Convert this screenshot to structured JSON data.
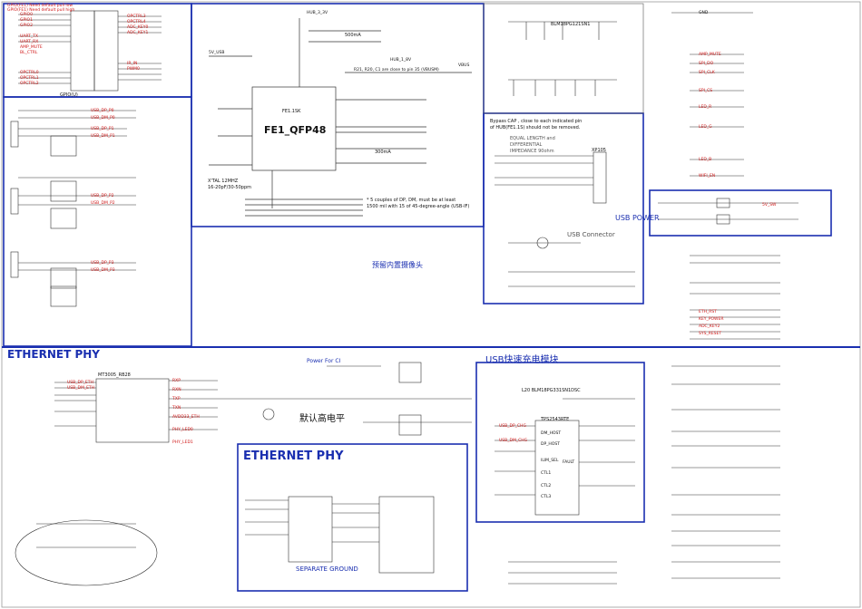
{
  "titles": {
    "eth_left": "ETHERNET PHY",
    "eth_box": "ETHERNET PHY",
    "usb_charge": "USB快速充电模块",
    "usb_power": "USB POWER",
    "camera": "预留内置摄像头",
    "default_high": "默认高电平",
    "power_ci": "Power For CI",
    "separate_ground": "SEPARATE GROUND"
  },
  "hub": {
    "chip_label": "FE1_QFP48",
    "part": "FE1.1SK"
  },
  "notes": {
    "bypass_1": "Bypass CAP , close to each indicated pin",
    "bypass_2": "of HUB(FE1.1S) should not be removed.",
    "equal_length": "EQUAL LENGTH and",
    "differential": "DIFFERENTIAL",
    "impedance": "IMPEDANCE 90ohm",
    "dp_dm_1": "* 5 couples of DP, DM, must be at least",
    "dp_dm_2": "1500 mil with 15 of 45-degree-angle (USB-IF)",
    "crystal": "X'TAL 12MHZ",
    "crystal_spec": "16-20pF/30-50ppm",
    "r21": "R21, R20, C1 are close to pin 35 (VBUSM)",
    "current_500": "500mA",
    "current_300": "300mA",
    "gpio_1": "GPIO(FE1) Need default pull low",
    "gpio_2": "GPIO(FE1) Need default pull high"
  },
  "parts": {
    "hub_inductor": "BLM18PG121SN1",
    "charge_inductor": "L20 BLM18PG331SN1DSC",
    "conn_ref": "XP105",
    "connector": "USB Connector",
    "eth_ic": "MT3005_RB28",
    "charge_ic": "TPS2543RTE",
    "gpio_ref": "GPIO(U)"
  },
  "nets": [
    {
      "t": "GPIO0",
      "c": "red"
    },
    {
      "t": "GPIO1",
      "c": "red"
    },
    {
      "t": "GPIO2",
      "c": "red"
    },
    {
      "t": "UART_TX",
      "c": "red"
    },
    {
      "t": "UART_RX",
      "c": "red"
    },
    {
      "t": "AMP_MUTE",
      "c": "red"
    },
    {
      "t": "BL_CTRL",
      "c": "red"
    },
    {
      "t": "OPCTRL0",
      "c": "red"
    },
    {
      "t": "OPCTRL1",
      "c": "red"
    },
    {
      "t": "OPCTRL2",
      "c": "red"
    },
    {
      "t": "OPCTRL3",
      "c": "red"
    },
    {
      "t": "OPCTRL4",
      "c": "red"
    },
    {
      "t": "ADC_KEY0",
      "c": "red"
    },
    {
      "t": "ADC_KEY1",
      "c": "red"
    },
    {
      "t": "IR_IN",
      "c": "red"
    },
    {
      "t": "PWM0",
      "c": "red"
    },
    {
      "t": "USB_DP_P0",
      "c": "red"
    },
    {
      "t": "USB_DM_P0",
      "c": "red"
    },
    {
      "t": "USB_DP_P1",
      "c": "red"
    },
    {
      "t": "USB_DM_P1",
      "c": "red"
    },
    {
      "t": "USB_DP_P2",
      "c": "red"
    },
    {
      "t": "USB_DM_P2",
      "c": "red"
    },
    {
      "t": "USB_DP_P3",
      "c": "red"
    },
    {
      "t": "USB_DM_P3",
      "c": "red"
    },
    {
      "t": "HUB_3_3V",
      "c": "blk"
    },
    {
      "t": "HUB_1_8V",
      "c": "blk"
    },
    {
      "t": "5V_USB",
      "c": "blk"
    },
    {
      "t": "VBUS",
      "c": "blk"
    },
    {
      "t": "USB_DP_ETH",
      "c": "red"
    },
    {
      "t": "USB_DM_ETH",
      "c": "red"
    },
    {
      "t": "RXP",
      "c": "red"
    },
    {
      "t": "RXN",
      "c": "red"
    },
    {
      "t": "TXP",
      "c": "red"
    },
    {
      "t": "TXN",
      "c": "red"
    },
    {
      "t": "AVDD33_ETH",
      "c": "red"
    },
    {
      "t": "PHY_LED0",
      "c": "red"
    },
    {
      "t": "PHY_LED1",
      "c": "red"
    },
    {
      "t": "USB_DP_CHG",
      "c": "red"
    },
    {
      "t": "USB_DM_CHG",
      "c": "red"
    },
    {
      "t": "DM_HOST",
      "c": "blk"
    },
    {
      "t": "DP_HOST",
      "c": "blk"
    },
    {
      "t": "ILIM_SEL",
      "c": "blk"
    },
    {
      "t": "FAULT",
      "c": "blk"
    },
    {
      "t": "CTL1",
      "c": "blk"
    },
    {
      "t": "CTL2",
      "c": "blk"
    },
    {
      "t": "CTL3",
      "c": "blk"
    },
    {
      "t": "GND",
      "c": "blk"
    },
    {
      "t": "5V_SW",
      "c": "red"
    },
    {
      "t": "AMP_MUTE",
      "c": "red"
    },
    {
      "t": "SPI_DO",
      "c": "red"
    },
    {
      "t": "SPI_CLK",
      "c": "red"
    },
    {
      "t": "SPI_CS",
      "c": "red"
    },
    {
      "t": "LED_R",
      "c": "red"
    },
    {
      "t": "LED_G",
      "c": "red"
    },
    {
      "t": "LED_B",
      "c": "red"
    },
    {
      "t": "WIFI_EN",
      "c": "red"
    },
    {
      "t": "ETH_RST",
      "c": "red"
    },
    {
      "t": "KEY_POWER",
      "c": "red"
    },
    {
      "t": "ADC_KEY2",
      "c": "red"
    },
    {
      "t": "SYS_RESET",
      "c": "red"
    }
  ]
}
